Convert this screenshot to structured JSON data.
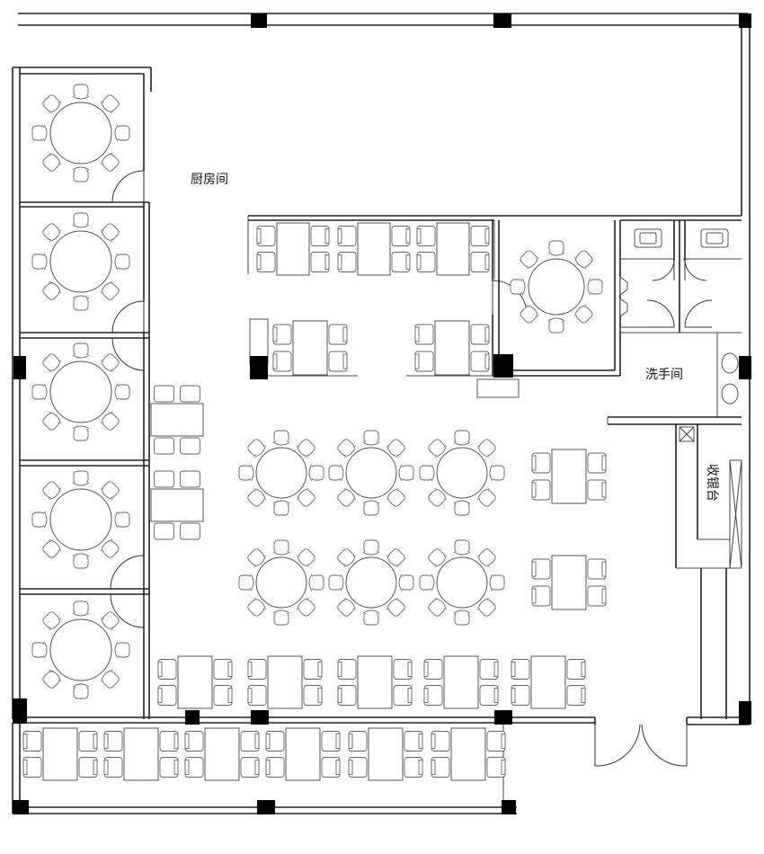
{
  "rooms": {
    "kitchen": "厨房间",
    "washroom": "洗手间",
    "cashier": "收银台"
  }
}
